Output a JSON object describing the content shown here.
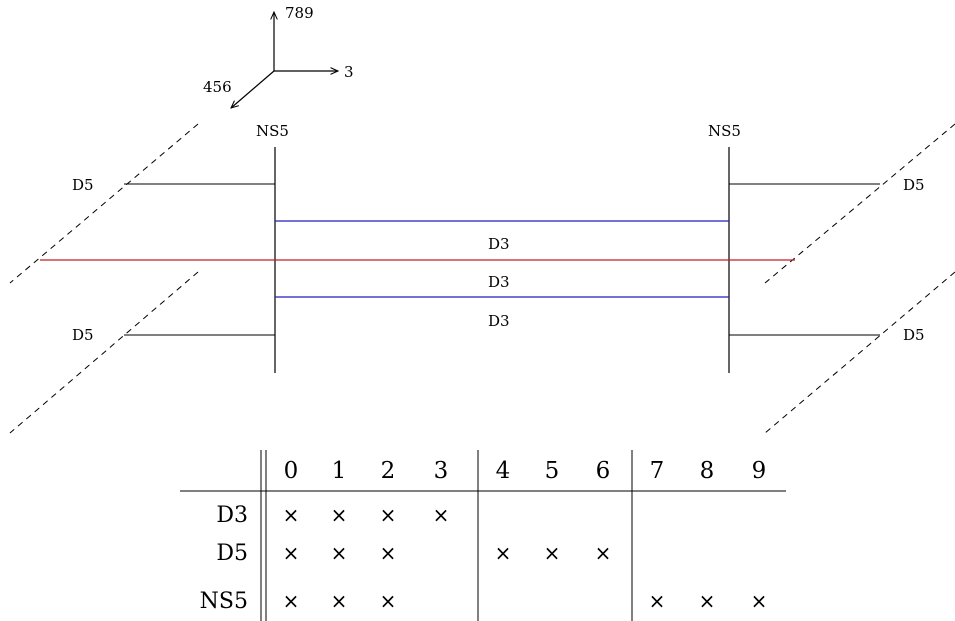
{
  "axes": {
    "up": "789",
    "right": "3",
    "diag": "456"
  },
  "branes": {
    "ns5_left": "NS5",
    "ns5_right": "NS5",
    "d5_upper_left": "D5",
    "d5_lower_left": "D5",
    "d5_upper_right": "D5",
    "d5_lower_right": "D5",
    "d3_1": "D3",
    "d3_2": "D3",
    "d3_3": "D3"
  },
  "colors": {
    "d3_blue": "#1f1fbf",
    "d3_red": "#c02020",
    "line": "#000000",
    "dashed": "#000000"
  },
  "table": {
    "columns": [
      "0",
      "1",
      "2",
      "3",
      "4",
      "5",
      "6",
      "7",
      "8",
      "9"
    ],
    "rows": [
      {
        "name": "D3",
        "marks": [
          "×",
          "×",
          "×",
          "×",
          "",
          "",
          "",
          "",
          "",
          ""
        ]
      },
      {
        "name": "D5",
        "marks": [
          "×",
          "×",
          "×",
          "",
          "×",
          "×",
          "×",
          "",
          "",
          ""
        ]
      },
      {
        "name": "NS5",
        "marks": [
          "×",
          "×",
          "×",
          "",
          "",
          "",
          "",
          "×",
          "×",
          "×"
        ]
      }
    ]
  }
}
